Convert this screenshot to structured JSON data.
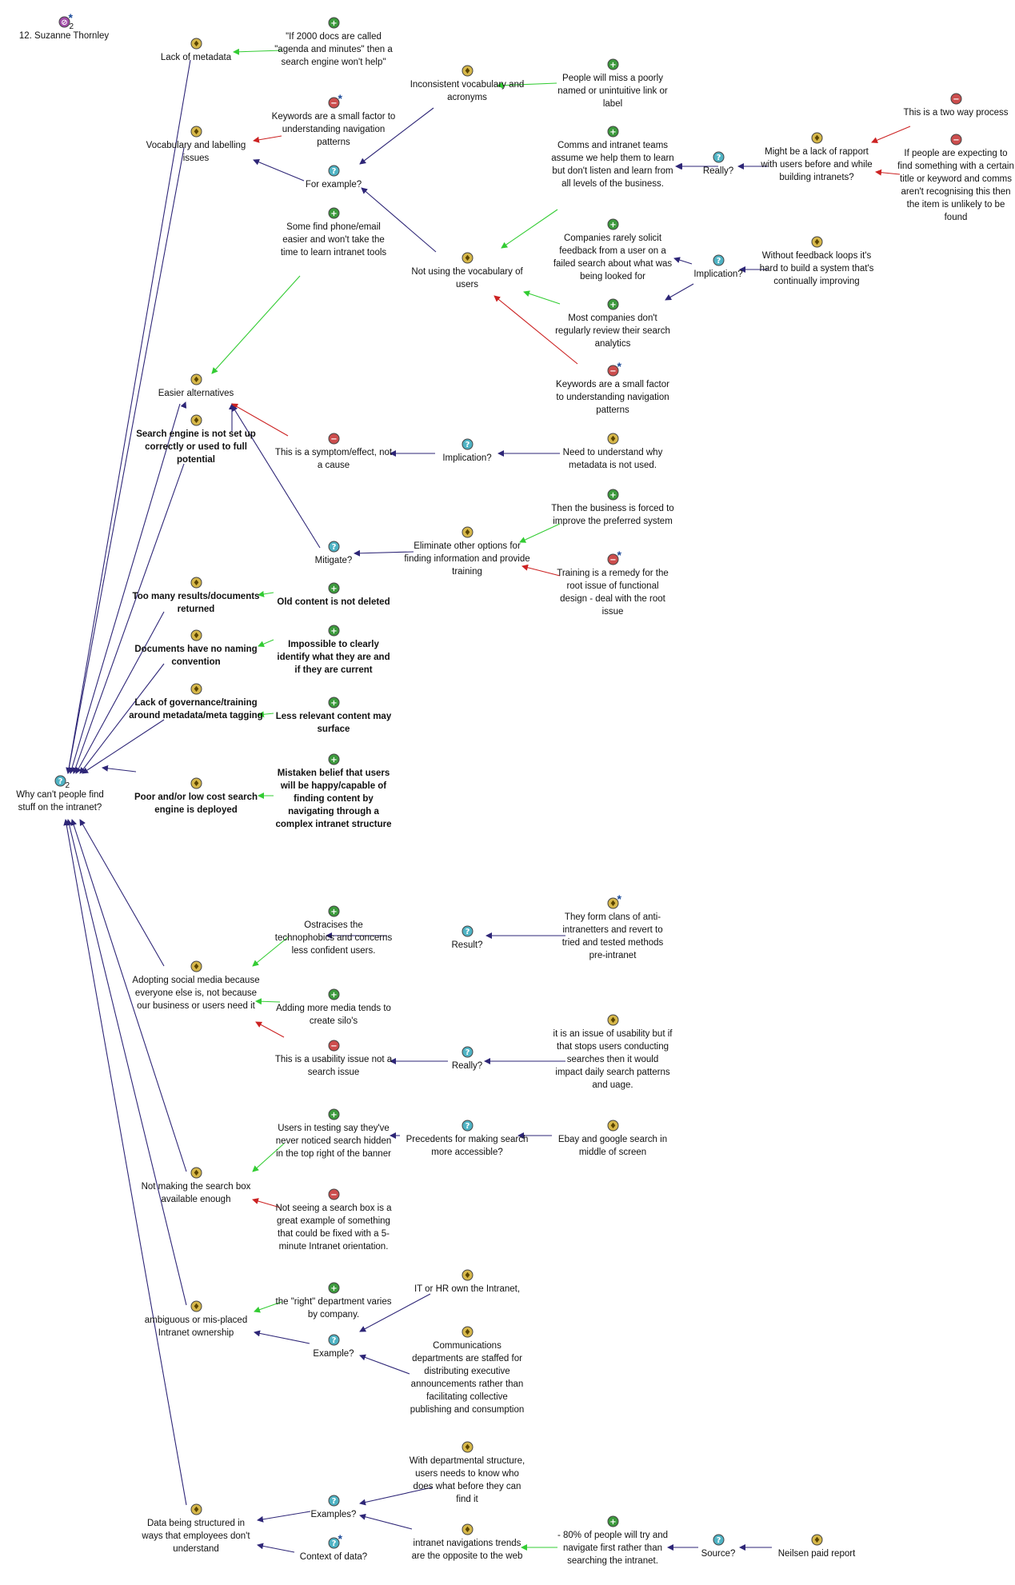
{
  "map": {
    "title": "12. Suzanne Thornley",
    "root": "Why can't people find stuff on the intranet?",
    "root_count": "2",
    "nodes": {
      "lack_metadata": "Lack of metadata",
      "agenda_minutes": "\"If 2000 docs are called \"agenda and minutes\" then a search engine won't help\"",
      "vocab_labelling": "Vocabulary and labelling issues",
      "keywords_small_1": "Keywords are a small factor to understanding navigation patterns",
      "for_example": "For example?",
      "inconsistent_vocab": "Inconsistent vocabulary and acronyms",
      "miss_poorly_named": "People will miss a poorly named or unintuitive link or label",
      "not_using_vocab": "Not using the vocabulary of users",
      "comms_intranet": "Comms and intranet teams assume we help them to learn but don't listen and learn from all levels of the business.",
      "really_1": "Really?",
      "rapport": "Might be a lack of rapport with users before and while building intranets?",
      "two_way": "This is a two way process",
      "expecting_title": "If people are expecting to find something with a certain title or keyword and comms aren't recognising this then the item is unlikely to be found",
      "phone_email": "Some find phone/email easier and won't take the time to learn intranet tools",
      "rarely_solicit": "Companies rarely solicit feedback from a user on a failed search about what was being looked for",
      "implication_1": "Implication?",
      "feedback_loops": "Without feedback loops it's hard to build a system that's continually improving",
      "review_analytics": "Most companies don't regularly review their search analytics",
      "keywords_small_2": "Keywords are a small factor to understanding navigation patterns",
      "easier_alt": "Easier alternatives",
      "search_engine_setup": "Search engine is not set up correctly or used to full potential",
      "symptom": "This is a symptom/effect, not a cause",
      "implication_2": "Implication?",
      "understand_why": "Need to understand why metadata is not used.",
      "mitigate": "Mitigate?",
      "eliminate_options": "Eliminate other options for finding information and provide training",
      "forced_improve": "Then the business is forced to improve the preferred system",
      "training_remedy": "Training is a remedy for the root issue of functional design - deal with the root issue",
      "too_many": "Too many results/documents returned",
      "old_content": "Old content is not deleted",
      "no_naming": "Documents have no naming convention",
      "impossible_identify": "Impossible to clearly identify what they are and if they are current",
      "lack_governance": "Lack of governance/training around metadata/meta tagging",
      "less_relevant": "Less relevant content may surface",
      "poor_engine": "Poor and/or low cost search engine is deployed",
      "mistaken_belief": "Mistaken belief that users will be happy/capable of finding content by navigating through a complex intranet structure",
      "ostracises": "Ostracises the technophobics and concerns less confident users.",
      "result": "Result?",
      "clans": "They form clans of anti-intranetters and revert to tried and tested methods pre-intranet",
      "social_media": "Adopting social media because everyone else is, not because our business or users need it",
      "more_media": "Adding more media tends to create silo's",
      "usability_issue": "This is a usability issue not a search issue",
      "really_2": "Really?",
      "issue_usability": "it is an issue of usability but if that stops users conducting searches then it would impact daily search patterns and uage.",
      "never_noticed": "Users in testing say they've never noticed search hidden in the top right of the banner",
      "precedents": "Precedents for making search more accessible?",
      "ebay_google": "Ebay and google search in middle of screen",
      "search_box": "Not making the search box available enough",
      "not_seeing": "Not seeing a search box is a great example of something that could be fixed with a 5-minute Intranet orientation.",
      "right_dept": "the \"right\" department varies by company.",
      "it_hr": "IT or HR own the Intranet,",
      "ownership": "ambiguous or mis-placed Intranet ownership",
      "example": "Example?",
      "comms_staffed": "Communications departments are staffed for distributing executive announcements rather than facilitating collective publishing and consumption",
      "departmental": "With departmental structure, users needs to know who does what before they can find it",
      "examples": "Examples?",
      "data_structured": "Data being structured in ways that employees don't understand",
      "context_data": "Context of data?",
      "nav_trends": "intranet navigations trends are the opposite to the web",
      "eighty_percent": "- 80% of people will try and navigate first rather than searching the intranet.",
      "source": "Source?",
      "neilsen": "Neilsen paid report"
    },
    "icon_types": {
      "map": "map-icon",
      "question": "question-icon",
      "idea": "idea-icon",
      "pro": "pro-icon",
      "con": "con-icon"
    },
    "colors": {
      "question": "#4fb3c4",
      "idea": "#d7b84a",
      "pro": "#3d9a3d",
      "con": "#cc4d4d",
      "map": "#a24da8",
      "link_response": "#2e2677",
      "link_pro": "#33cc33",
      "link_con": "#cc2222"
    }
  }
}
